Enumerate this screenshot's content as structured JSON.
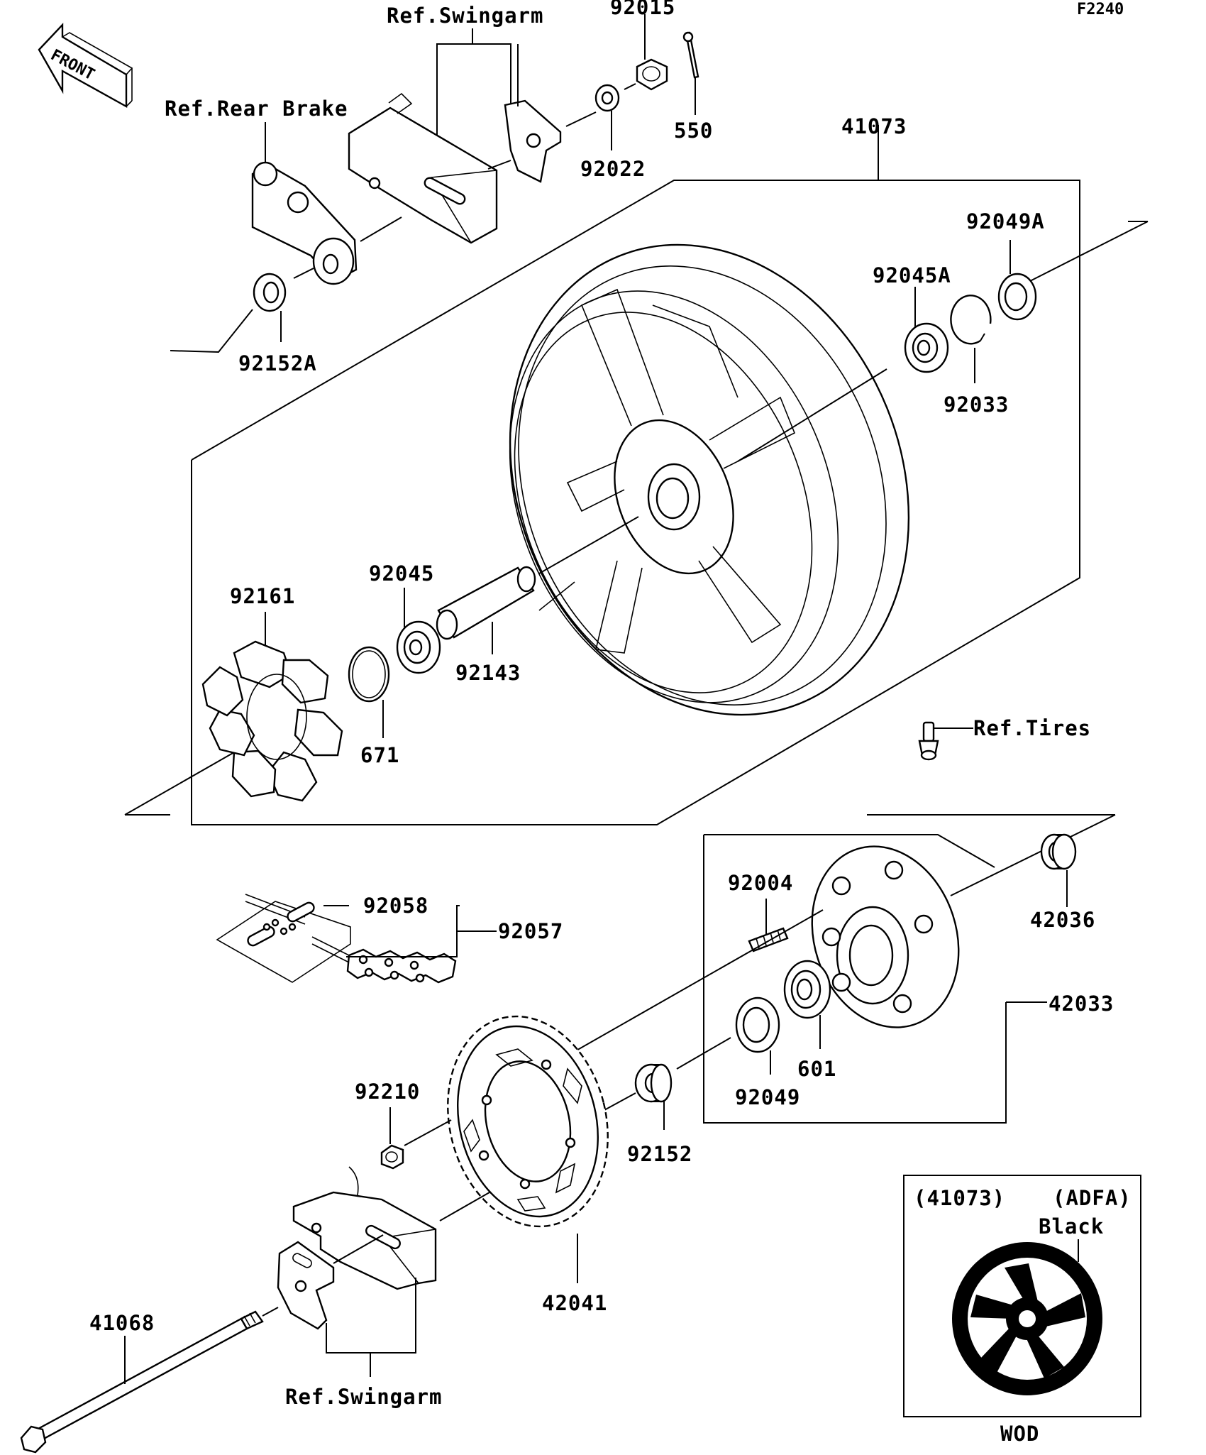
{
  "figure_code": "F2240",
  "front_arrow_label": "FRONT",
  "refs": {
    "swingarm_top": "Ref.Swingarm",
    "rear_brake": "Ref.Rear Brake",
    "tires": "Ref.Tires",
    "swingarm_bottom": "Ref.Swingarm"
  },
  "parts": {
    "p92015": "92015",
    "p550": "550",
    "p92022": "92022",
    "p41073": "41073",
    "p92049A": "92049A",
    "p92045A": "92045A",
    "p92033": "92033",
    "p92152A": "92152A",
    "p92161": "92161",
    "p92045": "92045",
    "p92143": "92143",
    "p671": "671",
    "p92004": "92004",
    "p42036": "42036",
    "p92058": "92058",
    "p92057": "92057",
    "p42033": "42033",
    "p601": "601",
    "p92049": "92049",
    "p92210": "92210",
    "p92152": "92152",
    "p42041": "42041",
    "p41068": "41068"
  },
  "variant_box": {
    "part_ref": "(41073)",
    "code": "(ADFA)",
    "color": "Black",
    "footer": "WOD"
  }
}
